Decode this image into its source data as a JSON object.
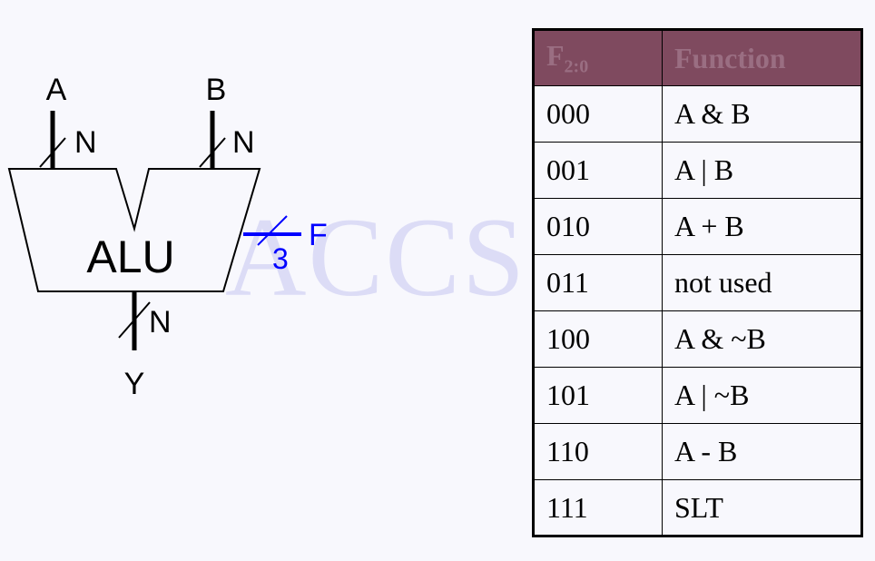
{
  "watermark": "ACCS",
  "alu": {
    "label": "ALU",
    "input_a": "A",
    "input_b": "B",
    "output": "Y",
    "width_a": "N",
    "width_b": "N",
    "width_y": "N",
    "control": "F",
    "control_width": "3",
    "control_color": "#0000ff"
  },
  "table": {
    "header": {
      "col1_main": "F",
      "col1_sub": "2:0",
      "col2": "Function"
    },
    "header_bg": "#7f4a5f",
    "rows": [
      {
        "code": "000",
        "function": "A & B"
      },
      {
        "code": "001",
        "function": "A | B"
      },
      {
        "code": "010",
        "function": "A + B"
      },
      {
        "code": "011",
        "function": "not used"
      },
      {
        "code": "100",
        "function": "A & ~B"
      },
      {
        "code": "101",
        "function": "A | ~B"
      },
      {
        "code": "110",
        "function": "A - B"
      },
      {
        "code": "111",
        "function": "SLT"
      }
    ]
  }
}
